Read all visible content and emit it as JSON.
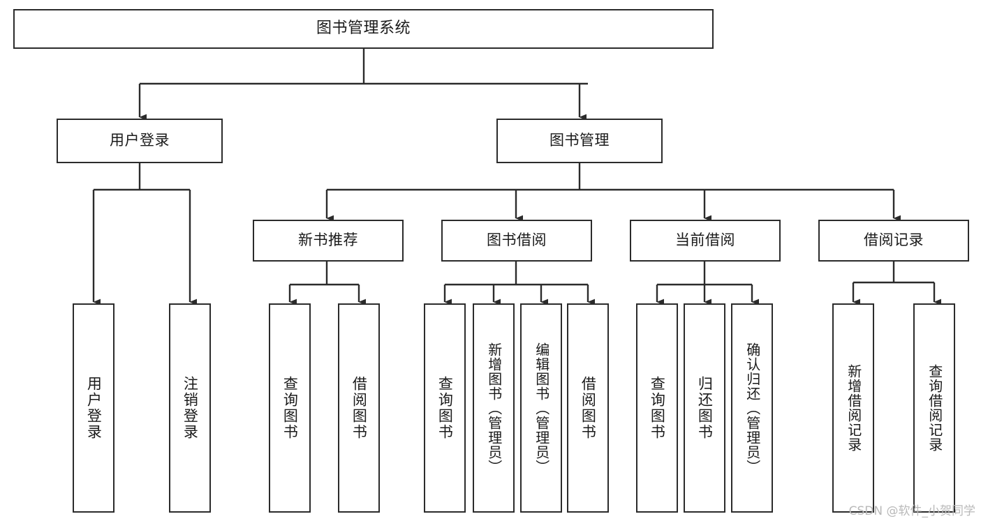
{
  "diagram": {
    "title": "图书管理系统",
    "type": "tree-hierarchy",
    "watermark": "CSDN @软件_小贺同学",
    "colors": {
      "border": "#2b2b2b",
      "background": "#ffffff",
      "edge": "#2b2b2b",
      "watermark": "#b9b9b9"
    },
    "nodes": {
      "root": "图书管理系统",
      "level2": {
        "user_login": "用户登录",
        "book_manage": "图书管理"
      },
      "level3": {
        "new_book_recommend": "新书推荐",
        "book_borrow": "图书借阅",
        "current_borrow": "当前借阅",
        "borrow_record": "借阅记录"
      },
      "leaves": {
        "user_login_1": "用户登录",
        "user_login_2": "注销登录",
        "new_book_1": "查询图书",
        "new_book_2": "借阅图书",
        "borrow_1": "查询图书",
        "borrow_2": "新增图书（管理员）",
        "borrow_3": "编辑图书（管理员）",
        "borrow_4": "借阅图书",
        "current_1": "查询图书",
        "current_2": "归还图书",
        "current_3": "确认归还（管理员）",
        "record_1": "新增借阅记录",
        "record_2": "查询借阅记录"
      }
    }
  }
}
